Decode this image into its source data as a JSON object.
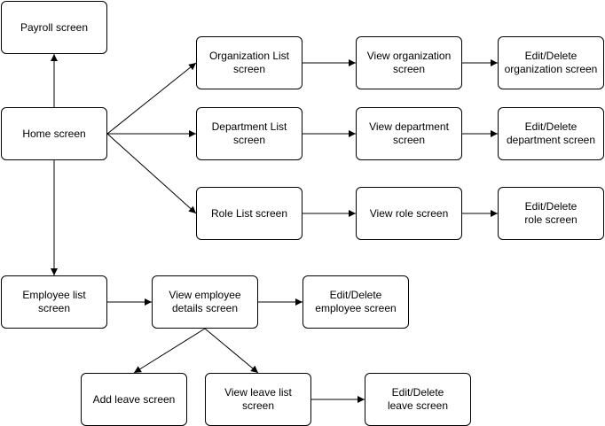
{
  "nodes": {
    "payroll": "Payroll screen",
    "home": "Home screen",
    "org_list": "Organization List\nscreen",
    "org_view": "View organization\nscreen",
    "org_edit": "Edit/Delete\norganization screen",
    "dept_list": "Department List\nscreen",
    "dept_view": "View department\nscreen",
    "dept_edit": "Edit/Delete\ndepartment screen",
    "role_list": "Role List screen",
    "role_view": "View role screen",
    "role_edit": "Edit/Delete\nrole screen",
    "emp_list": "Employee list screen",
    "emp_view": "View employee\ndetails screen",
    "emp_edit": "Edit/Delete\nemployee screen",
    "leave_add": "Add leave screen",
    "leave_list": "View leave list screen",
    "leave_edit": "Edit/Delete\nleave screen"
  },
  "edges": [
    [
      "home",
      "payroll"
    ],
    [
      "home",
      "org_list"
    ],
    [
      "home",
      "dept_list"
    ],
    [
      "home",
      "role_list"
    ],
    [
      "home",
      "emp_list"
    ],
    [
      "org_list",
      "org_view"
    ],
    [
      "org_view",
      "org_edit"
    ],
    [
      "dept_list",
      "dept_view"
    ],
    [
      "dept_view",
      "dept_edit"
    ],
    [
      "role_list",
      "role_view"
    ],
    [
      "role_view",
      "role_edit"
    ],
    [
      "emp_list",
      "emp_view"
    ],
    [
      "emp_view",
      "emp_edit"
    ],
    [
      "emp_view",
      "leave_add"
    ],
    [
      "emp_view",
      "leave_list"
    ],
    [
      "leave_list",
      "leave_edit"
    ]
  ],
  "colors": {
    "stroke": "#000000",
    "fill": "#ffffff"
  }
}
